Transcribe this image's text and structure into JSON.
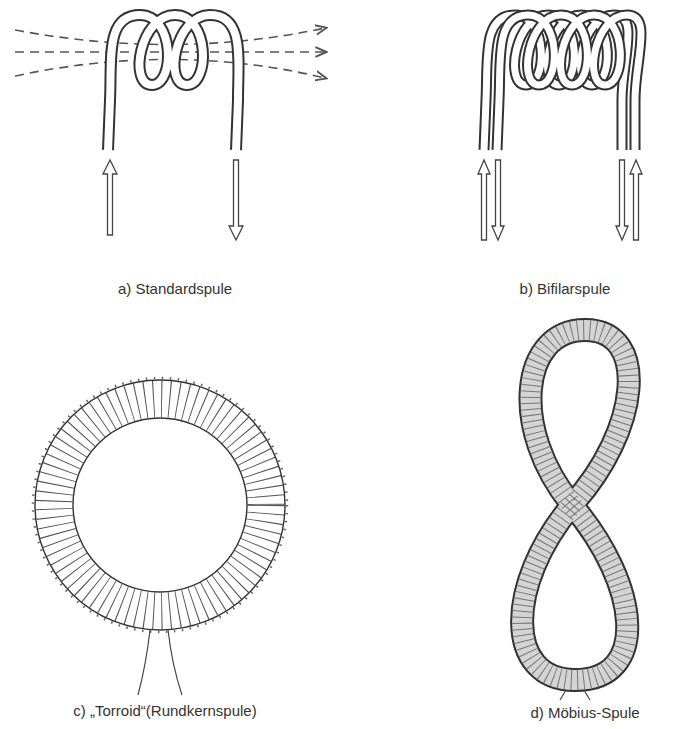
{
  "diagram": {
    "labels": [
      "a) Standardspule",
      "b) Bifilarspule",
      "c) „Torroid“(Rundkernspule)",
      "d) Möbius-Spule"
    ]
  }
}
